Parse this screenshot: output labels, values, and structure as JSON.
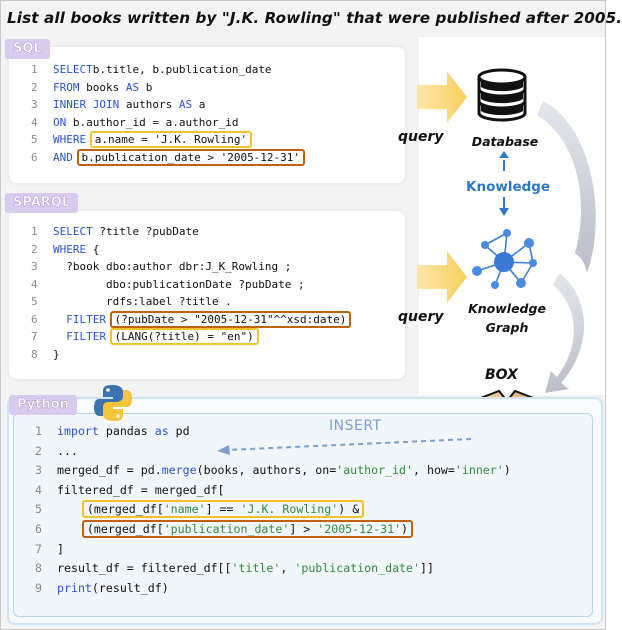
{
  "title": "List all books written by \"J.K. Rowling\" that were published after 2005.",
  "sections": {
    "sql_tag": "SQL",
    "sparql_tag": "SPARQL",
    "python_tag": "Python"
  },
  "sql": {
    "lines": [
      {
        "n": "1",
        "parts": [
          [
            "kw",
            "SELECT"
          ],
          [
            "",
            "b.title, b.publication_date"
          ]
        ]
      },
      {
        "n": "2",
        "parts": [
          [
            "kw",
            "FROM"
          ],
          [
            "",
            " books "
          ],
          [
            "kw",
            "AS"
          ],
          [
            "",
            " b"
          ]
        ]
      },
      {
        "n": "3",
        "parts": [
          [
            "kw",
            "INNER JOIN"
          ],
          [
            "",
            " authors "
          ],
          [
            "kw",
            "AS"
          ],
          [
            "",
            " a"
          ]
        ]
      },
      {
        "n": "4",
        "parts": [
          [
            "kw",
            "ON"
          ],
          [
            "",
            " b.author_id = a.author_id"
          ]
        ]
      },
      {
        "n": "5",
        "parts": [
          [
            "kw",
            "WHERE"
          ],
          [
            "",
            " "
          ],
          [
            "hly",
            "a.name = 'J.K. Rowling'"
          ]
        ]
      },
      {
        "n": "6",
        "parts": [
          [
            "kw",
            "AND"
          ],
          [
            "",
            " "
          ],
          [
            "hlo",
            "b.publication_date > '2005-12-31'"
          ]
        ]
      }
    ]
  },
  "sparql": {
    "lines": [
      {
        "n": "1",
        "parts": [
          [
            "kw",
            "SELECT"
          ],
          [
            "",
            " ?title ?pubDate"
          ]
        ]
      },
      {
        "n": "2",
        "parts": [
          [
            "kw",
            "WHERE"
          ],
          [
            "",
            " {"
          ]
        ]
      },
      {
        "n": "3",
        "parts": [
          [
            "",
            "  ?book dbo:author dbr:J_K_Rowling ;"
          ]
        ]
      },
      {
        "n": "4",
        "parts": [
          [
            "",
            "        dbo:publicationDate ?pubDate ;"
          ]
        ]
      },
      {
        "n": "5",
        "parts": [
          [
            "",
            "        rdfs:label ?title ."
          ]
        ]
      },
      {
        "n": "6",
        "parts": [
          [
            "",
            "  "
          ],
          [
            "kw",
            "FILTER"
          ],
          [
            "",
            " "
          ],
          [
            "hlo",
            "(?pubDate > \"2005-12-31\"^^xsd:date)"
          ]
        ]
      },
      {
        "n": "7",
        "parts": [
          [
            "",
            "  "
          ],
          [
            "kw",
            "FILTER"
          ],
          [
            "",
            " "
          ],
          [
            "hly",
            "(LANG(?title) = \"en\")"
          ]
        ]
      },
      {
        "n": "8",
        "parts": [
          [
            "",
            "}"
          ]
        ]
      }
    ]
  },
  "python": {
    "lines": [
      {
        "n": "1",
        "parts": [
          [
            "kw",
            "import"
          ],
          [
            "",
            " pandas "
          ],
          [
            "kw",
            "as"
          ],
          [
            "",
            " pd"
          ]
        ]
      },
      {
        "n": "2",
        "parts": [
          [
            "",
            "..."
          ]
        ]
      },
      {
        "n": "3",
        "parts": [
          [
            "",
            "merged_df = pd."
          ],
          [
            "fn",
            "merge"
          ],
          [
            "",
            "(books, authors, on="
          ],
          [
            "str",
            "'author_id'"
          ],
          [
            "",
            ", how="
          ],
          [
            "str",
            "'inner'"
          ],
          [
            "",
            ")"
          ]
        ]
      },
      {
        "n": "4",
        "parts": [
          [
            "",
            "filtered_df = merged_df["
          ]
        ]
      },
      {
        "n": "5",
        "parts": [
          [
            "",
            "    "
          ],
          [
            "hly",
            "(merged_df['name'] == 'J.K. Rowling') &"
          ]
        ]
      },
      {
        "n": "6",
        "parts": [
          [
            "",
            "    "
          ],
          [
            "hlo",
            "(merged_df['publication_date'] > '2005-12-31')"
          ]
        ]
      },
      {
        "n": "7",
        "parts": [
          [
            "",
            "]"
          ]
        ]
      },
      {
        "n": "8",
        "parts": [
          [
            "",
            "result_df = filtered_df[["
          ],
          [
            "str",
            "'title'"
          ],
          [
            "",
            ", "
          ],
          [
            "str",
            "'publication_date'"
          ],
          [
            "",
            "]]"
          ]
        ]
      },
      {
        "n": "9",
        "parts": [
          [
            "fn",
            "print"
          ],
          [
            "",
            "(result_df)"
          ]
        ]
      }
    ]
  },
  "labels": {
    "query_sql": "query",
    "query_sparql": "query",
    "database": "Database",
    "knowledge": "Knowledge",
    "knowledge_graph_1": "Knowledge",
    "knowledge_graph_2": "Graph",
    "box": "BOX",
    "insert": "INSERT"
  },
  "colors": {
    "keyword": "#2a55c9",
    "string": "#2f8a3b",
    "highlight_yellow": "#f3c22a",
    "highlight_orange": "#c0610f",
    "knowledge_blue": "#2e79c7",
    "tag_purple": "#d8cbee"
  },
  "icons": [
    "database-icon",
    "knowledge-graph-icon",
    "box-icon",
    "python-logo-icon",
    "arrow-right-icon",
    "curved-arrow-icon",
    "insert-arrow-icon"
  ]
}
